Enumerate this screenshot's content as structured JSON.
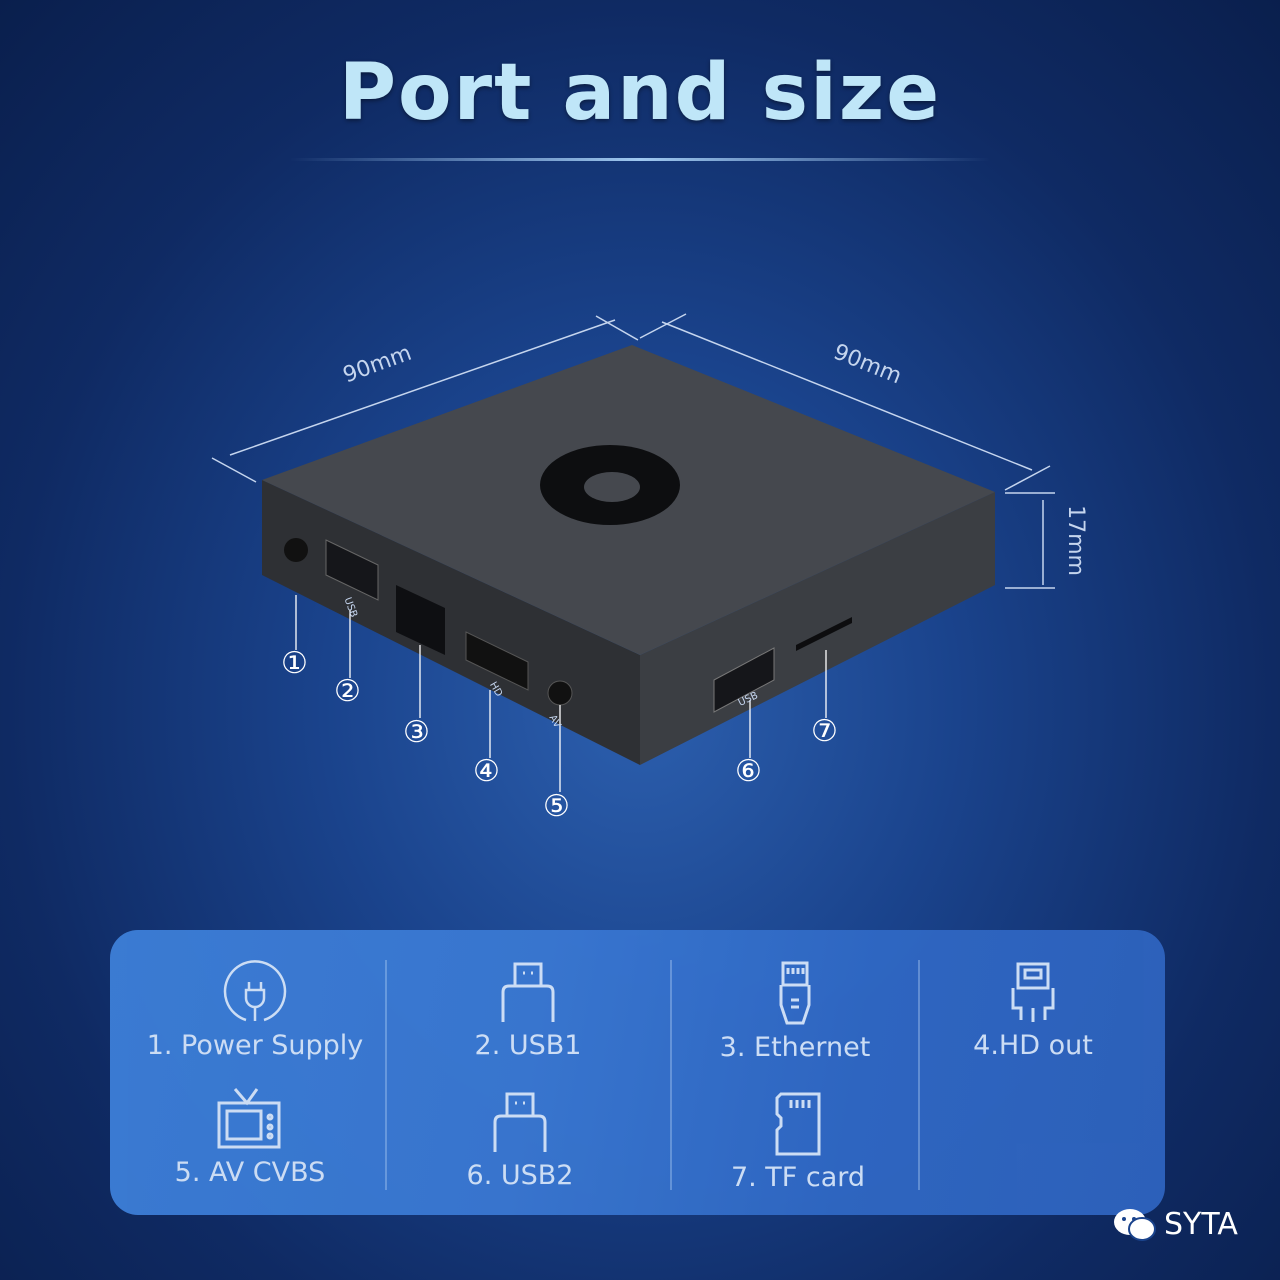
{
  "title": "Port and size",
  "dimensions": {
    "width": "90mm",
    "depth": "90mm",
    "height": "17mm"
  },
  "device_port_labels": {
    "usb1": "USB",
    "hd": "HD",
    "av": "AV",
    "usb2": "USB"
  },
  "callouts": [
    "①",
    "②",
    "③",
    "④",
    "⑤",
    "⑥",
    "⑦"
  ],
  "ports": [
    {
      "label": "1. Power  Supply",
      "icon": "power-plug-icon"
    },
    {
      "label": "2. USB1",
      "icon": "usb-icon"
    },
    {
      "label": "3. Ethernet",
      "icon": "ethernet-icon"
    },
    {
      "label": "4.HD  out",
      "icon": "hdmi-icon"
    },
    {
      "label": "5. AV  CVBS",
      "icon": "tv-icon"
    },
    {
      "label": "6. USB2",
      "icon": "usb-icon"
    },
    {
      "label": "7. TF  card",
      "icon": "sd-card-icon"
    }
  ],
  "watermark": "SYTA",
  "colors": {
    "background": "#1a438c",
    "panel": "#3a78d2",
    "title": "#bfe6f8",
    "device": "#3a3d42"
  }
}
